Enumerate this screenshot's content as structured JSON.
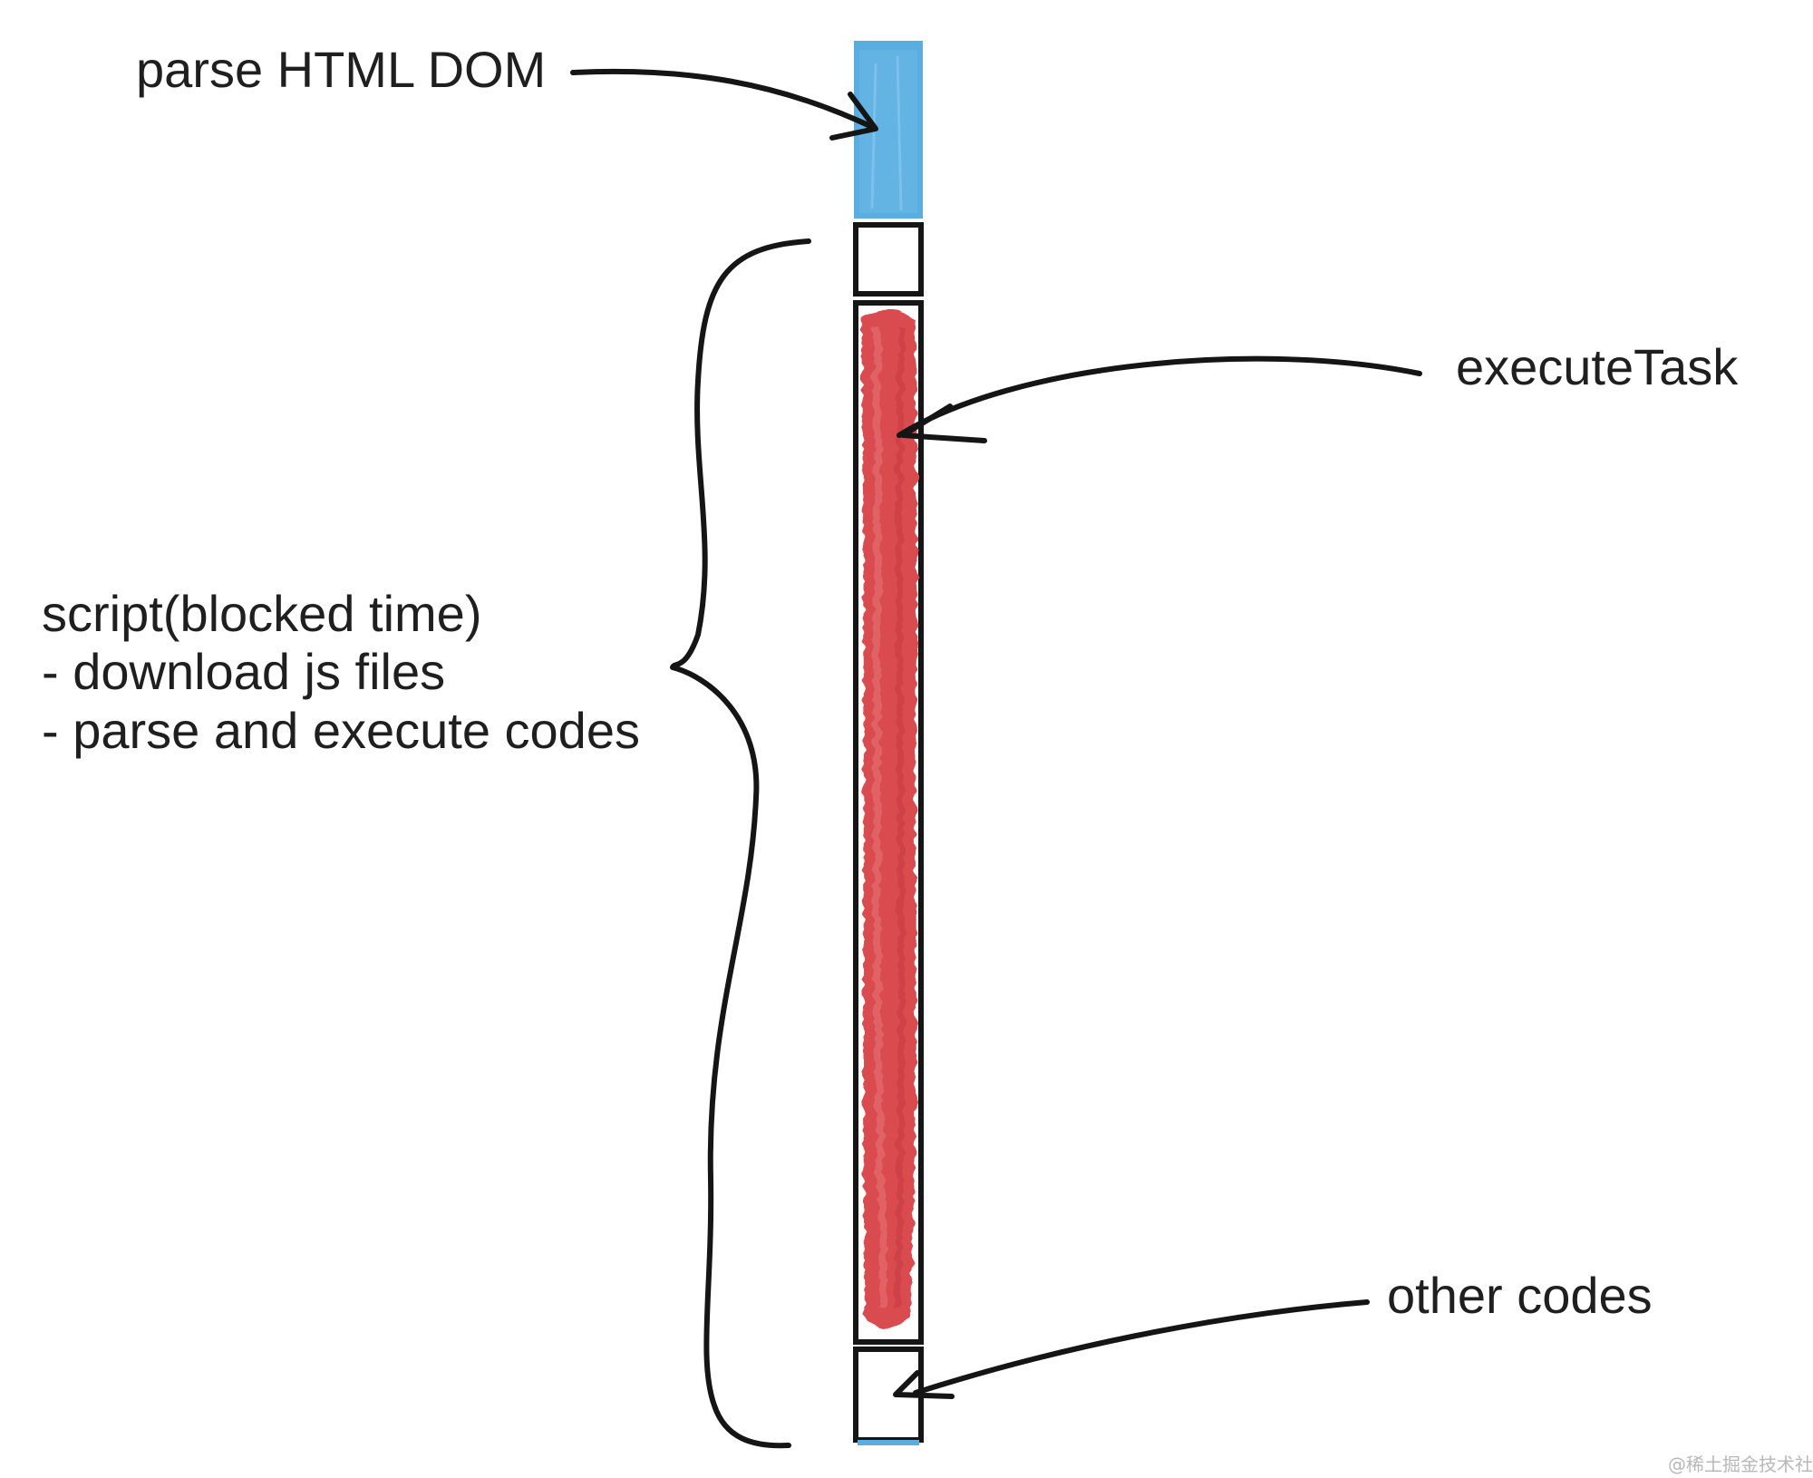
{
  "labels": {
    "parse_html_dom": "parse HTML DOM",
    "execute_task": "executeTask",
    "script_title": "script(blocked time)",
    "script_step_download": "- download js files",
    "script_step_parse": "- parse and execute codes",
    "other_codes": "other codes"
  },
  "watermark": "@稀土掘金技术社区",
  "colors": {
    "parse_segment": "#5aade0",
    "execute_segment": "#d94b4f",
    "ink": "#151515"
  }
}
